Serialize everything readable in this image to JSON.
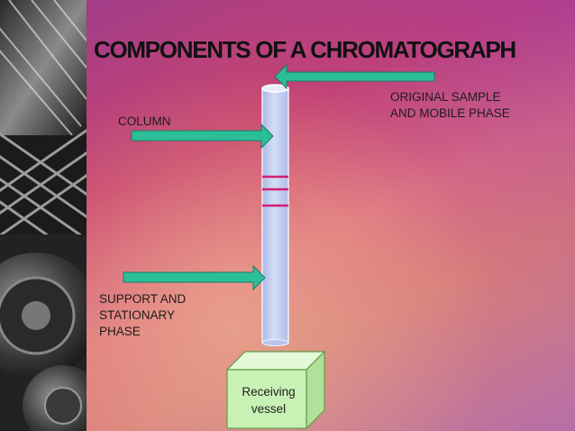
{
  "slide": {
    "title": "COMPONENTS OF A CHROMATOGRAPH",
    "labels": {
      "original_sample": "ORIGINAL SAMPLE\nAND MOBILE PHASE",
      "column": "COLUMN",
      "support": "SUPPORT AND\nSTATIONARY\nPHASE",
      "vessel": "Receiving\nvessel"
    },
    "colors": {
      "arrow": "#2bbf98",
      "band": "#d21f74",
      "column": "#c2cff0",
      "vessel": "#c8f2b5"
    }
  }
}
